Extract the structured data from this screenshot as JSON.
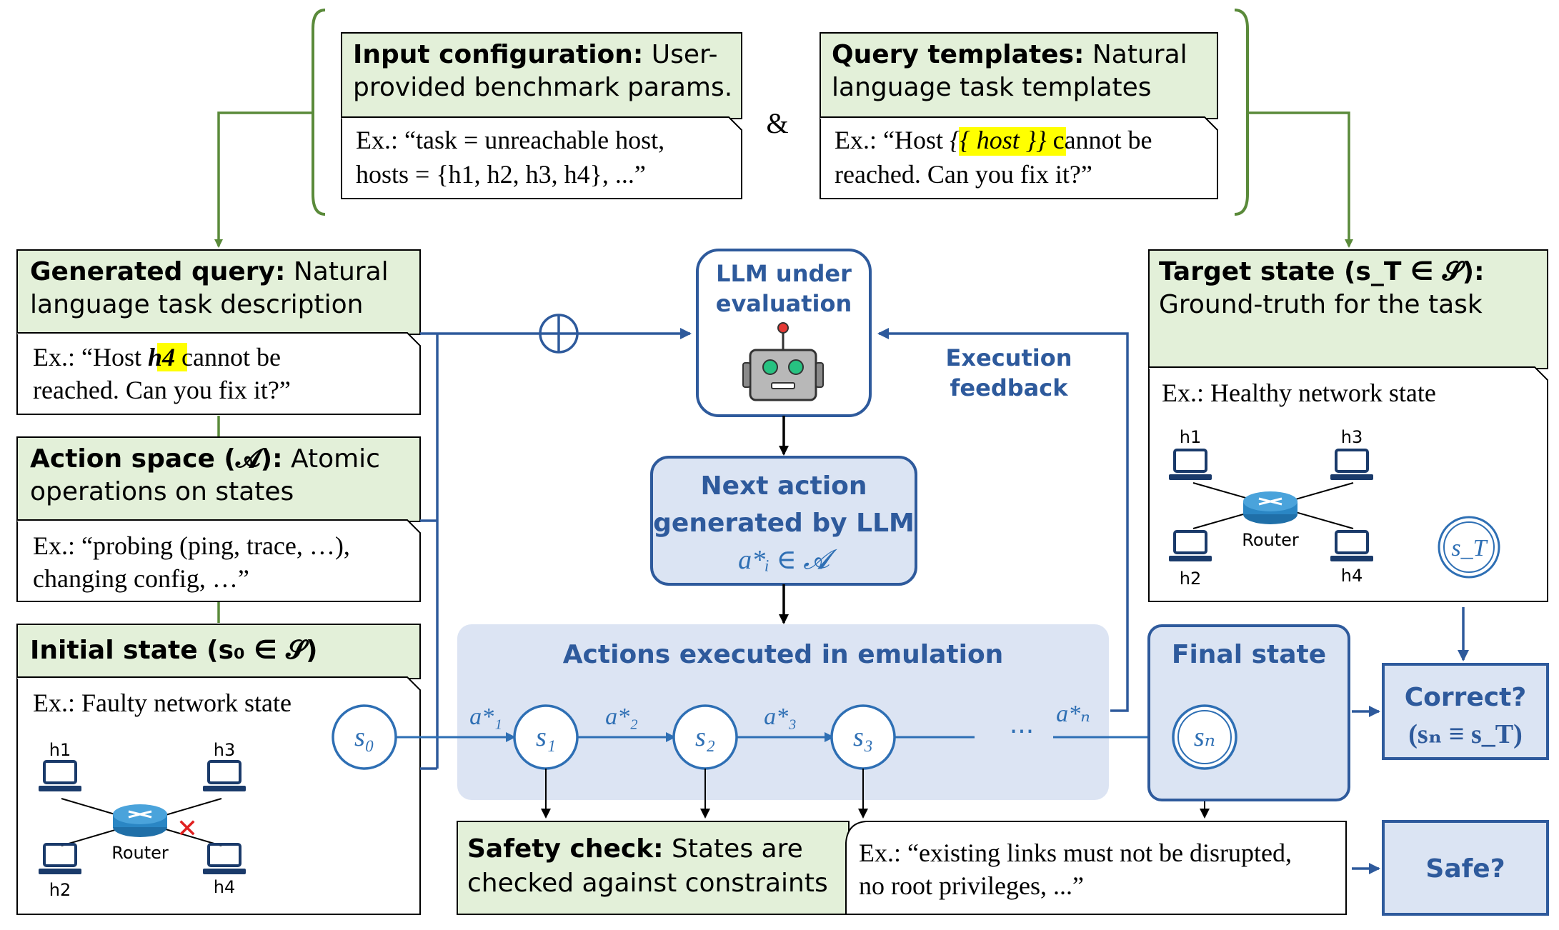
{
  "top": {
    "input_config": {
      "title_bold": "Input configuration:",
      "title_rest_1": "User-",
      "title_rest_2": "provided benchmark params.",
      "example_1": "Ex.: “task = unreachable host,",
      "example_2": "hosts = {h1, h2, h3, h4}, ...”"
    },
    "ampersand": "&",
    "query_templates": {
      "title_bold": "Query templates:",
      "title_rest_1": "Natural",
      "title_rest_2": "language task templates",
      "example_1a": "Ex.: “Host ",
      "example_1b": "{{ host }}",
      "example_1c": " cannot be",
      "example_2": "reached. Can you fix it?”"
    }
  },
  "left": {
    "generated_query": {
      "title_bold": "Generated query:",
      "title_rest_1": "Natural",
      "title_rest_2": "language task description",
      "example_1a": "Ex.: “Host ",
      "example_1b": "h4",
      "example_1c": " cannot be",
      "example_2": "reached. Can you fix it?”"
    },
    "action_space": {
      "title_bold": "Action space (𝓐):",
      "title_rest_1": "Atomic",
      "title_rest_2": "operations on states",
      "example_1": "Ex.: “probing (ping, trace, …),",
      "example_2": "changing config, …”"
    },
    "initial_state": {
      "title": "Initial state (s₀ ∈ 𝓢)",
      "example": "Ex.: Faulty network state",
      "hosts": [
        "h1",
        "h3",
        "h2",
        "h4"
      ],
      "router": "Router",
      "broken_link_mark": "✕"
    }
  },
  "center": {
    "llm": {
      "line_1": "LLM under",
      "line_2": "evaluation"
    },
    "next_action": {
      "line_1": "Next action",
      "line_2": "generated by LLM",
      "math": "a*ᵢ ∈ 𝓐"
    },
    "execution_feedback": {
      "line_1": "Execution",
      "line_2": "feedback"
    },
    "emulation": {
      "title": "Actions executed in emulation",
      "states": [
        "s₀",
        "s₁",
        "s₂",
        "s₃"
      ],
      "actions": [
        "a*₁",
        "a*₂",
        "a*₃",
        "a*ₙ"
      ],
      "ellipsis": "···"
    }
  },
  "right": {
    "target_state": {
      "title_1": "Target state (s_T ∈ 𝓢):",
      "title_2": "Ground-truth for the task",
      "example": "Ex.: Healthy network state",
      "hosts": [
        "h1",
        "h3",
        "h2",
        "h4"
      ],
      "router": "Router",
      "state": "s_T"
    },
    "final_state": {
      "title": "Final state",
      "state": "sₙ"
    },
    "correct": {
      "line_1": "Correct?",
      "line_2": "(sₙ ≡ s_T)"
    },
    "safe": "Safe?"
  },
  "safety": {
    "title_bold": "Safety check:",
    "title_rest_1": "States are",
    "title_rest_2": "checked against constraints",
    "example_1": "Ex.: “existing links must not be disrupted,",
    "example_2": "no root privileges, ...”"
  },
  "colors": {
    "green_fill": "#e3f0d9",
    "green_line": "#5a8a3a",
    "blue_dark": "#2e5a9c",
    "blue_fill": "#dbe4f3",
    "blue_emul": "#dce4f3",
    "highlight": "#ffff00",
    "broken_link": "#e02020"
  },
  "icons": [
    "robot-icon",
    "router-icon",
    "laptop-icon",
    "xor-circle-icon"
  ]
}
